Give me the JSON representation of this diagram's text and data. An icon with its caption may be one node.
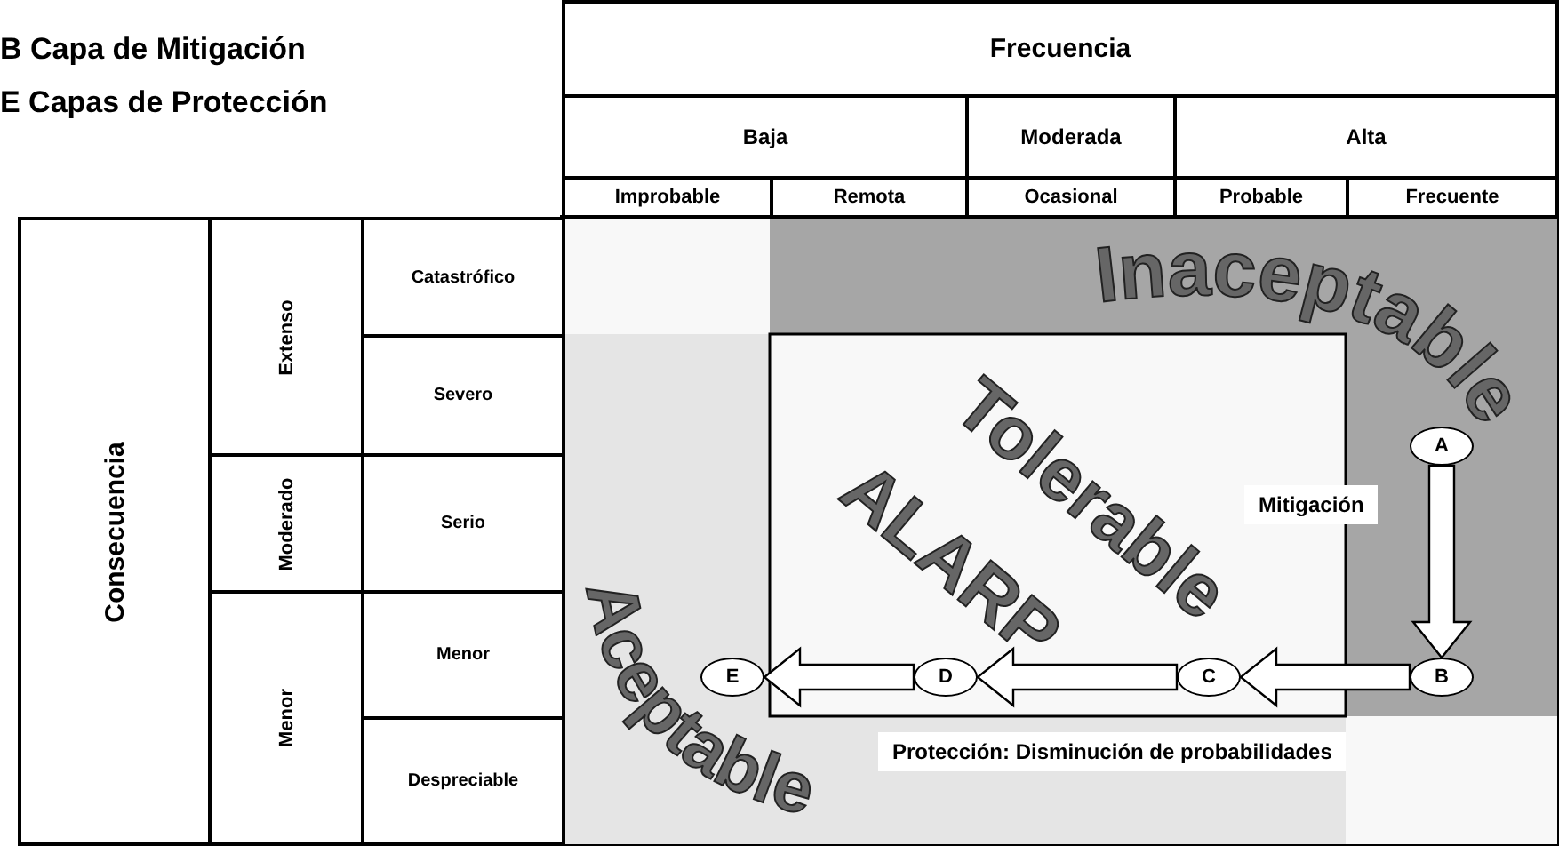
{
  "diagram": {
    "nodes": [
      {
        "text": [
          "A"
        ]
      },
      {
        "text": [
          "B"
        ]
      },
      {
        "text": [
          "C"
        ]
      },
      {
        "text": [
          "D"
        ]
      },
      {
        "text": [
          "E"
        ]
      }
    ],
    "edges": [
      {
        "from": 0,
        "to": 1,
        "arrow": "to"
      },
      {
        "from": 1,
        "to": 2,
        "arrow": "to"
      },
      {
        "from": 2,
        "to": 3,
        "arrow": "to"
      },
      {
        "from": 3,
        "to": 4,
        "arrow": "to"
      }
    ],
    "labels": [
      "B Capa de Mitigación",
      "E Capas de Protección",
      "Frecuencia",
      "Baja",
      "Moderada",
      "Alta",
      "Improbable",
      "Remota",
      "Ocasional",
      "Probable",
      "Frecuente",
      "Consecuencia",
      "Extenso",
      "Catastrófico",
      "Severo",
      "Moderado",
      "Serio",
      "Menor",
      "Menor",
      "Despreciable",
      "Inaceptable",
      "Tolerable",
      "ALARP",
      "Aceptable",
      "Mitigación",
      "Protección: Disminución de probabilidades"
    ]
  }
}
